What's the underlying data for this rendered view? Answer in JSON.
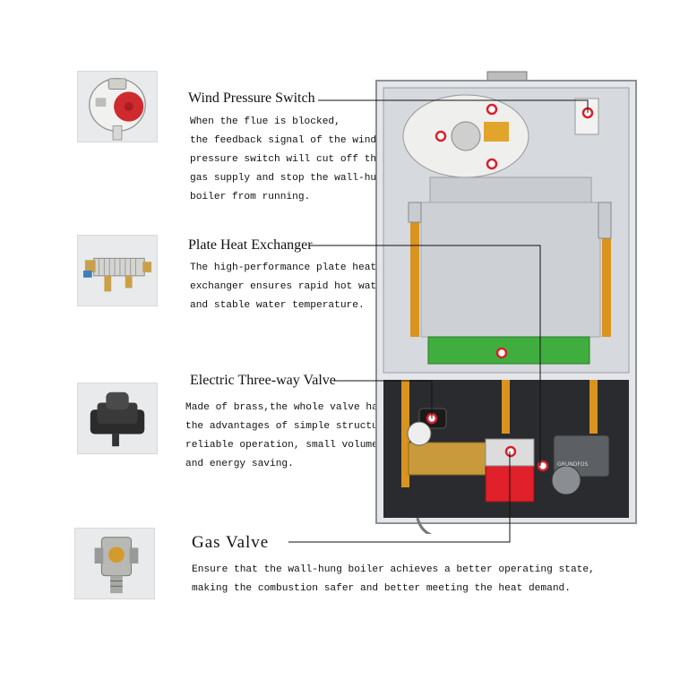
{
  "features": [
    {
      "id": "wind-pressure-switch",
      "title": "Wind Pressure Switch",
      "lines": [
        "When the flue is blocked,",
        "the feedback signal of the wind",
        "pressure switch will cut off the",
        "gas supply and stop the wall-hung",
        "boiler from running."
      ],
      "thumb_icon": "pressure-switch-icon"
    },
    {
      "id": "plate-heat-exchanger",
      "title": "Plate Heat Exchanger",
      "lines": [
        "The high-performance plate heat",
        "exchanger ensures rapid hot water",
        "and stable water temperature."
      ],
      "thumb_icon": "plate-heat-exchanger-icon"
    },
    {
      "id": "electric-three-way-valve",
      "title": "Electric Three-way Valve",
      "lines": [
        "Made of brass,the whole valve has",
        "the advantages of simple structure,",
        "reliable operation, small volume",
        "and energy saving."
      ],
      "thumb_icon": "three-way-valve-actuator-icon"
    },
    {
      "id": "gas-valve",
      "title": "Gas Valve",
      "lines": [
        "Ensure that the wall-hung boiler achieves a better operating state,",
        "making the combustion safer and better meeting the heat demand."
      ],
      "thumb_icon": "gas-valve-icon"
    }
  ],
  "boiler": {
    "pump_label": "GRUNDFOS",
    "icon": "wall-hung-boiler-icon"
  },
  "colors": {
    "marker": "#d8202a",
    "pipe": "#d9931f",
    "pcb": "#3fae3f",
    "gas_valve": "#e0202a",
    "leader": "#111111"
  }
}
